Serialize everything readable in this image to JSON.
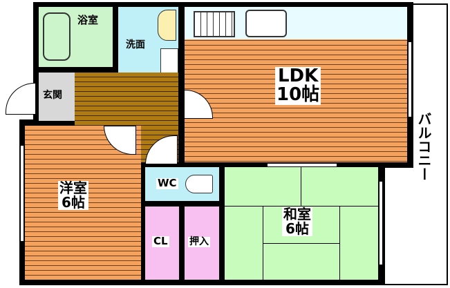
{
  "rooms": {
    "bath": "浴室",
    "washroom": "洗面",
    "entrance": "玄関",
    "ldk": {
      "name": "LDK",
      "size": "10帖"
    },
    "western": {
      "name": "洋室",
      "size": "6帖"
    },
    "wc": "WC",
    "closet": "CL",
    "oshiire": "押入",
    "japanese": {
      "name": "和室",
      "size": "6帖"
    },
    "balcony": "バルコニー"
  },
  "colors": {
    "ldk": "#f5a25e",
    "hall": "#b07a12",
    "bath": "#ccf5cc",
    "washroom": "#bff0f8",
    "entrance": "#d8d8d8",
    "closet": "#f8c0f0",
    "tatami": "#c8fcbc"
  }
}
